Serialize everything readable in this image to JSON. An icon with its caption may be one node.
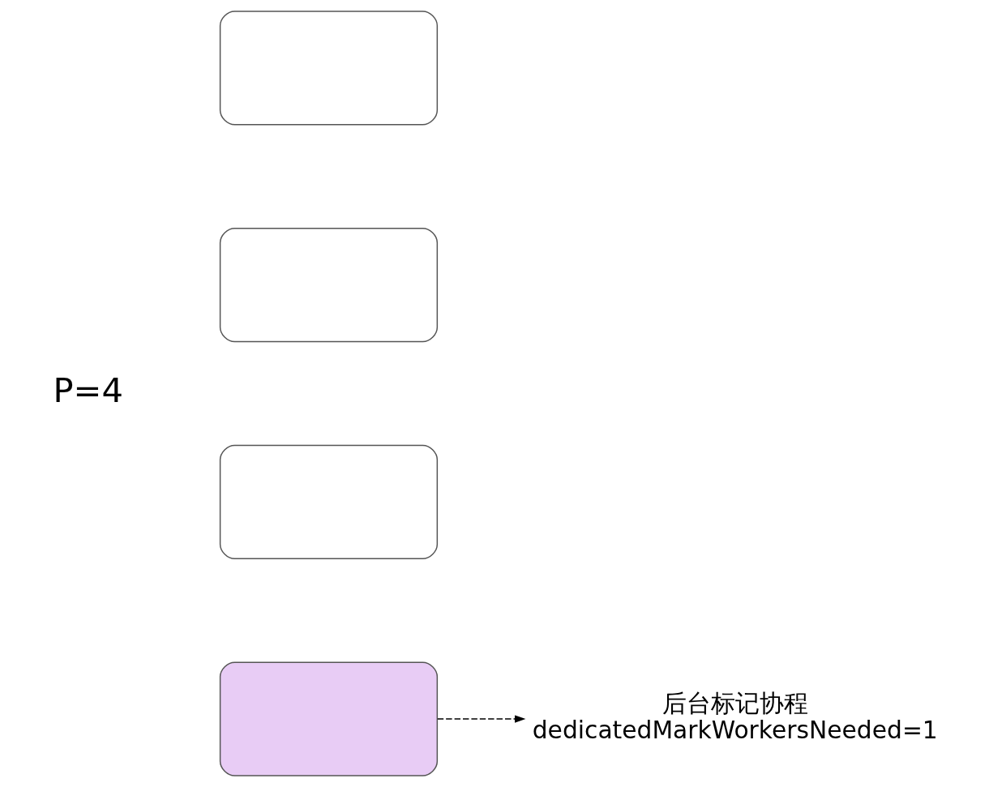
{
  "diagram": {
    "nodes": [
      {
        "text": [],
        "shape": "box"
      },
      {
        "text": [],
        "shape": "box"
      },
      {
        "text": [],
        "shape": "box"
      },
      {
        "text": [],
        "shape": "box"
      },
      {
        "text": [
          "后台标记协程",
          "dedicatedMarkWorkersNeeded=1"
        ]
      }
    ],
    "edges": [
      {
        "from": 3,
        "to": 4,
        "arrow": "to",
        "style": "dashed"
      }
    ],
    "labels": [
      "P=4"
    ]
  }
}
